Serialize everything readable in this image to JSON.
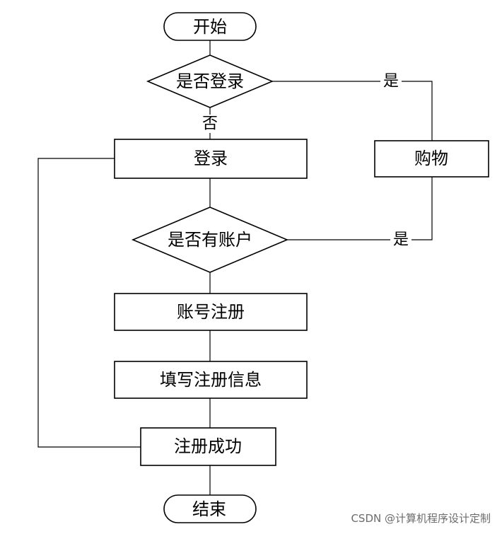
{
  "diagram": {
    "nodes": {
      "start": "开始",
      "is_logged_in": "是否登录",
      "login": "登录",
      "shopping": "购物",
      "has_account": "是否有账户",
      "register_account": "账号注册",
      "fill_info": "填写注册信息",
      "register_success": "注册成功",
      "end": "结束"
    },
    "edge_labels": {
      "logged_in_yes": "是",
      "logged_in_no": "否",
      "has_account_yes": "是"
    }
  },
  "watermark": "CSDN @计算机程序设计定制"
}
